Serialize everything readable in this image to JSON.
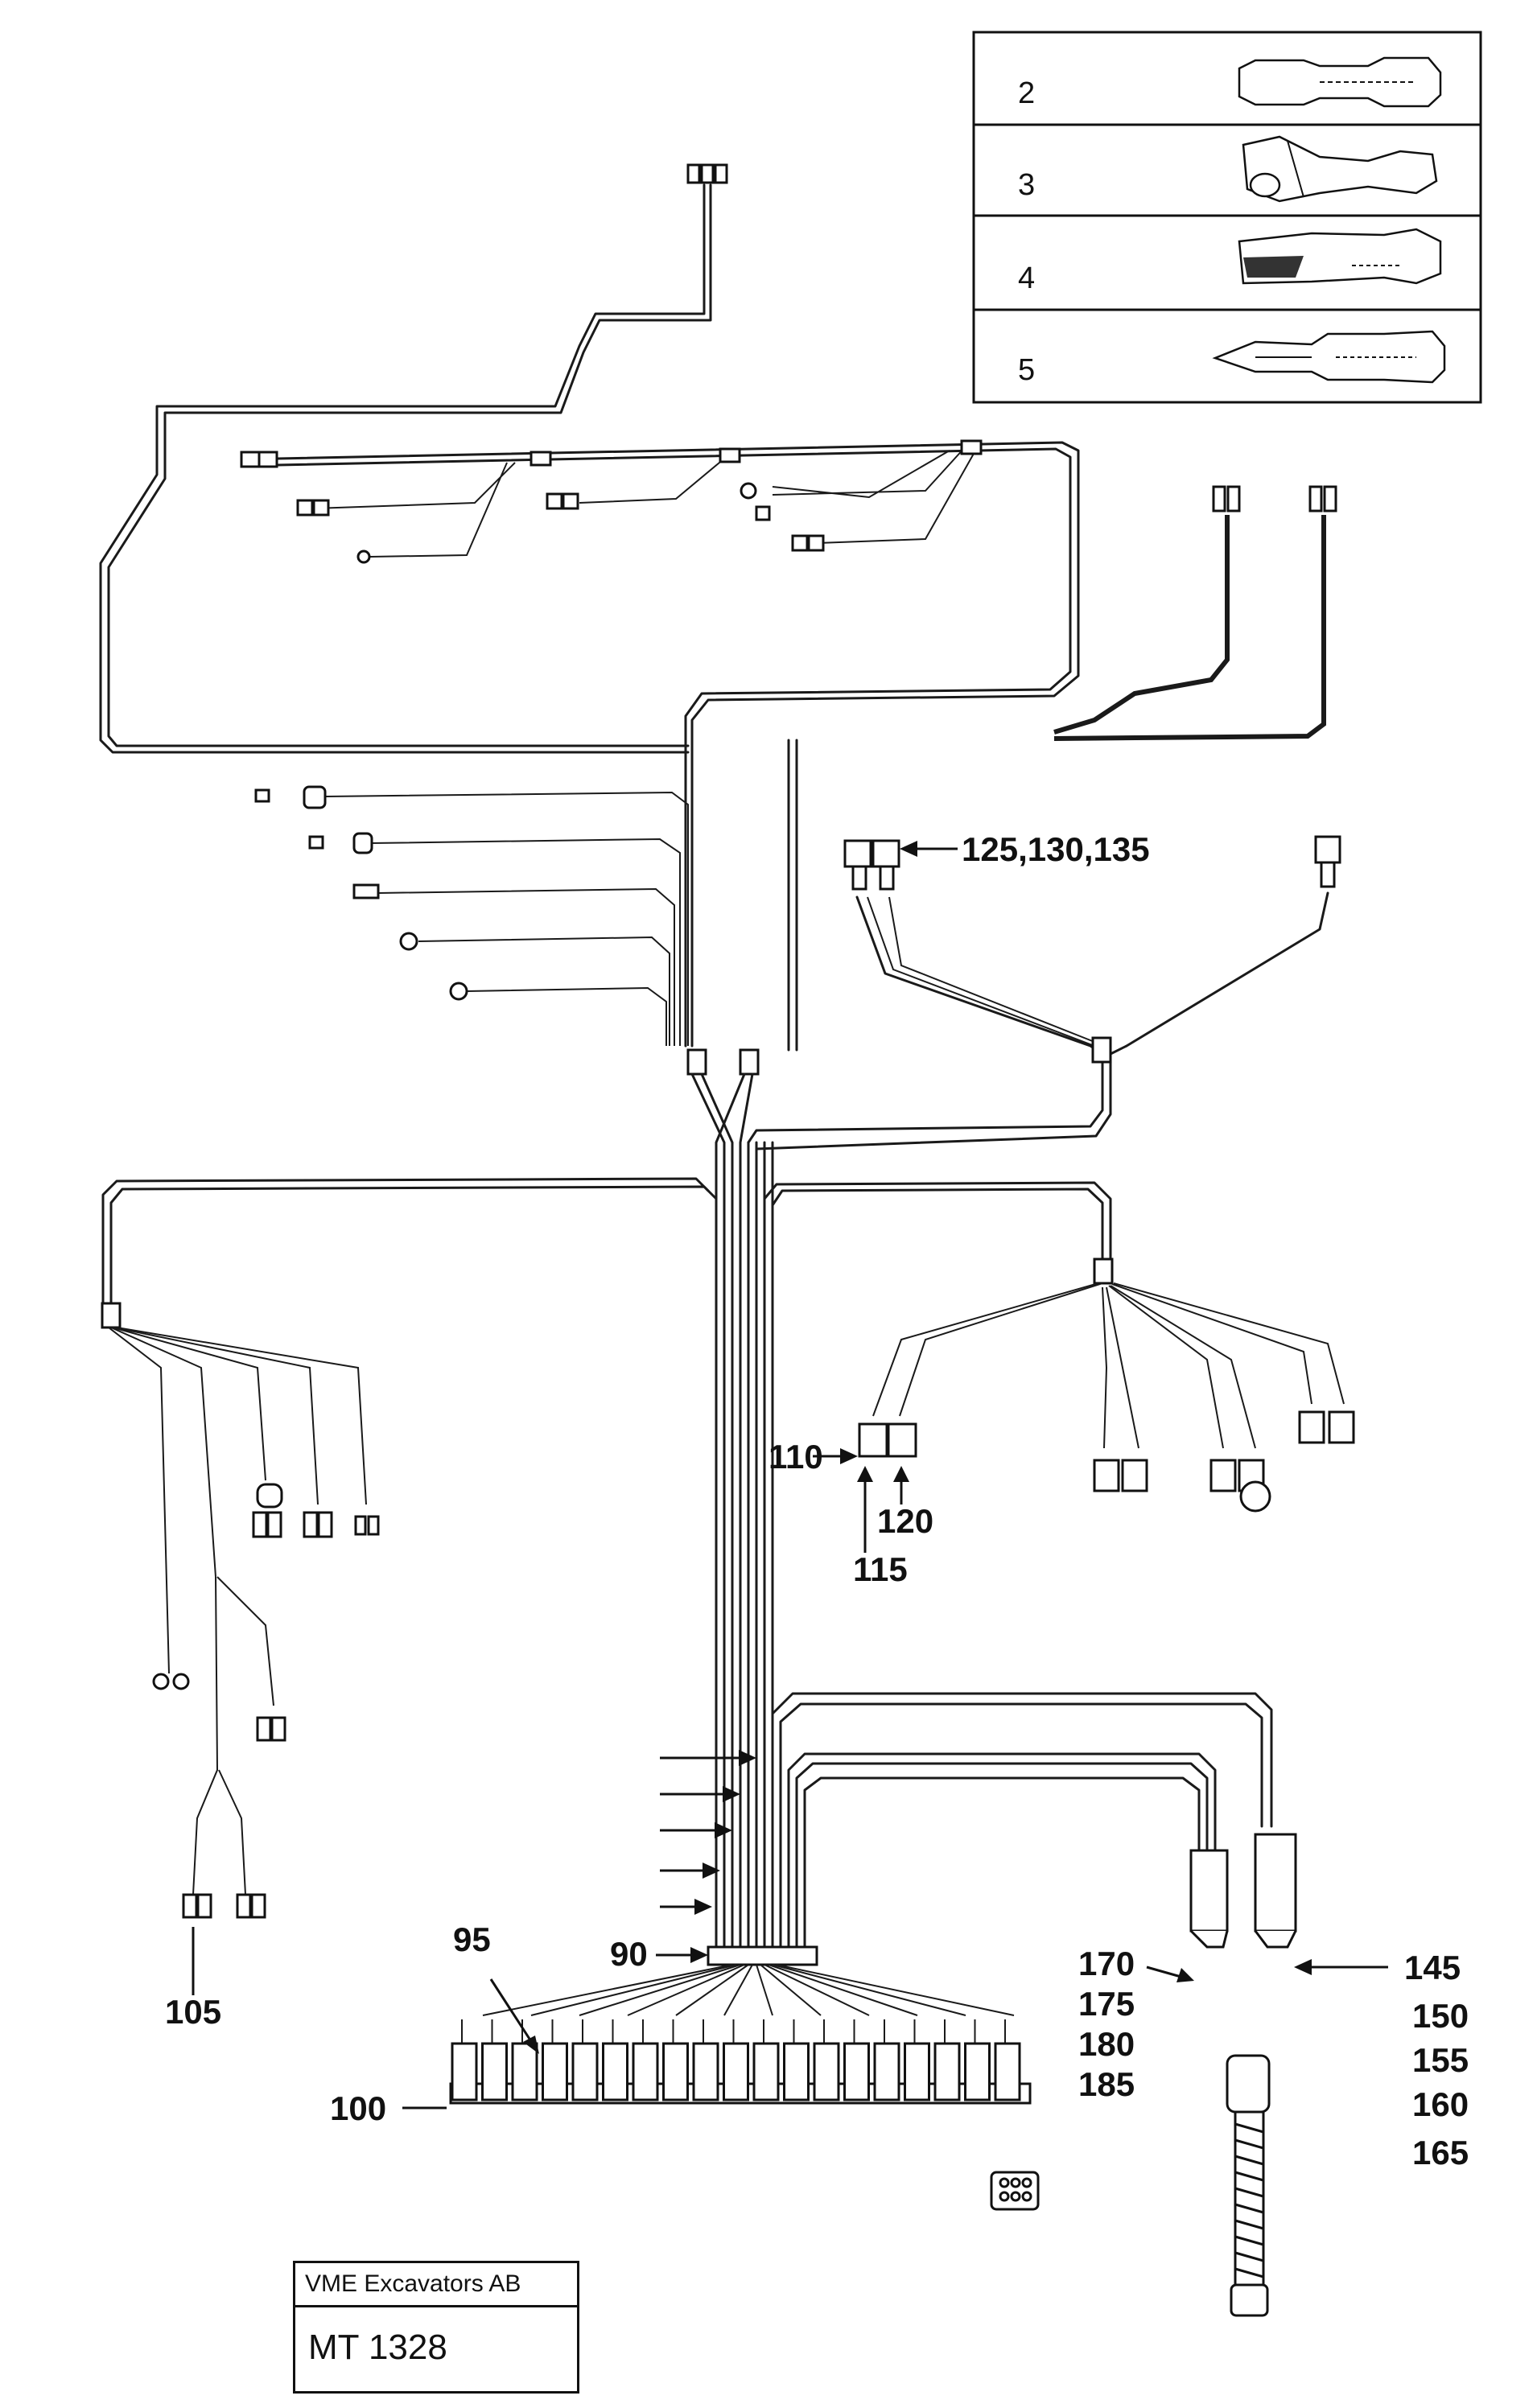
{
  "legend": [
    {
      "number": "2"
    },
    {
      "number": "3"
    },
    {
      "number": "4"
    },
    {
      "number": "5"
    }
  ],
  "labels": {
    "l125": "125,130,135",
    "l110": "110",
    "l120": "120",
    "l115": "115",
    "l95": "95",
    "l90": "90",
    "l105": "105",
    "l100": "100",
    "l170": "170",
    "l175": "175",
    "l180": "180",
    "l185": "185",
    "l145": "145",
    "l150": "150",
    "l155": "155",
    "l160": "160",
    "l165": "165"
  },
  "title_block": {
    "company": "VME Excavators AB",
    "drawing_number": "MT 1328"
  }
}
